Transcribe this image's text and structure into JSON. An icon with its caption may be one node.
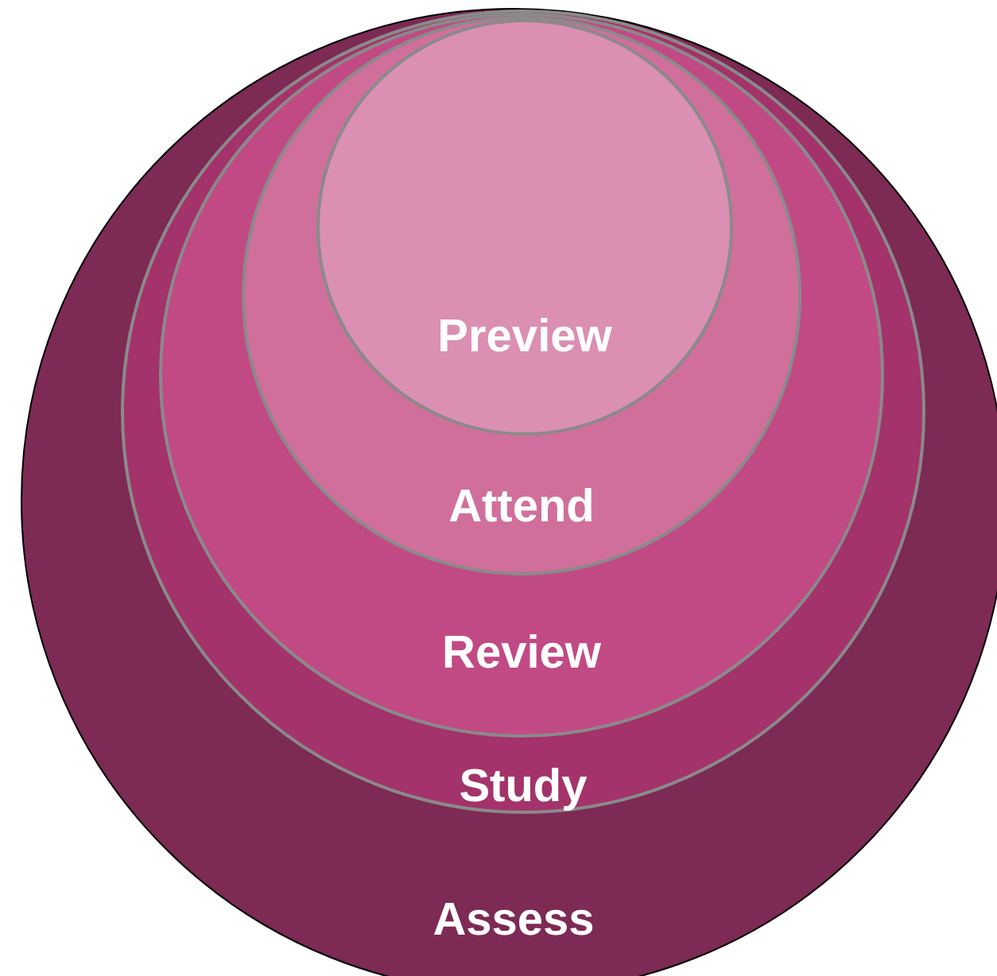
{
  "diagram": {
    "nodes": [
      {
        "text": [
          "Assess"
        ]
      },
      {
        "text": [
          "Study"
        ],
        "in": 0
      },
      {
        "text": [
          "Review"
        ],
        "in": 1
      },
      {
        "text": [
          "Attend"
        ],
        "in": 2
      },
      {
        "text": [
          "Preview"
        ],
        "in": 3
      }
    ]
  }
}
